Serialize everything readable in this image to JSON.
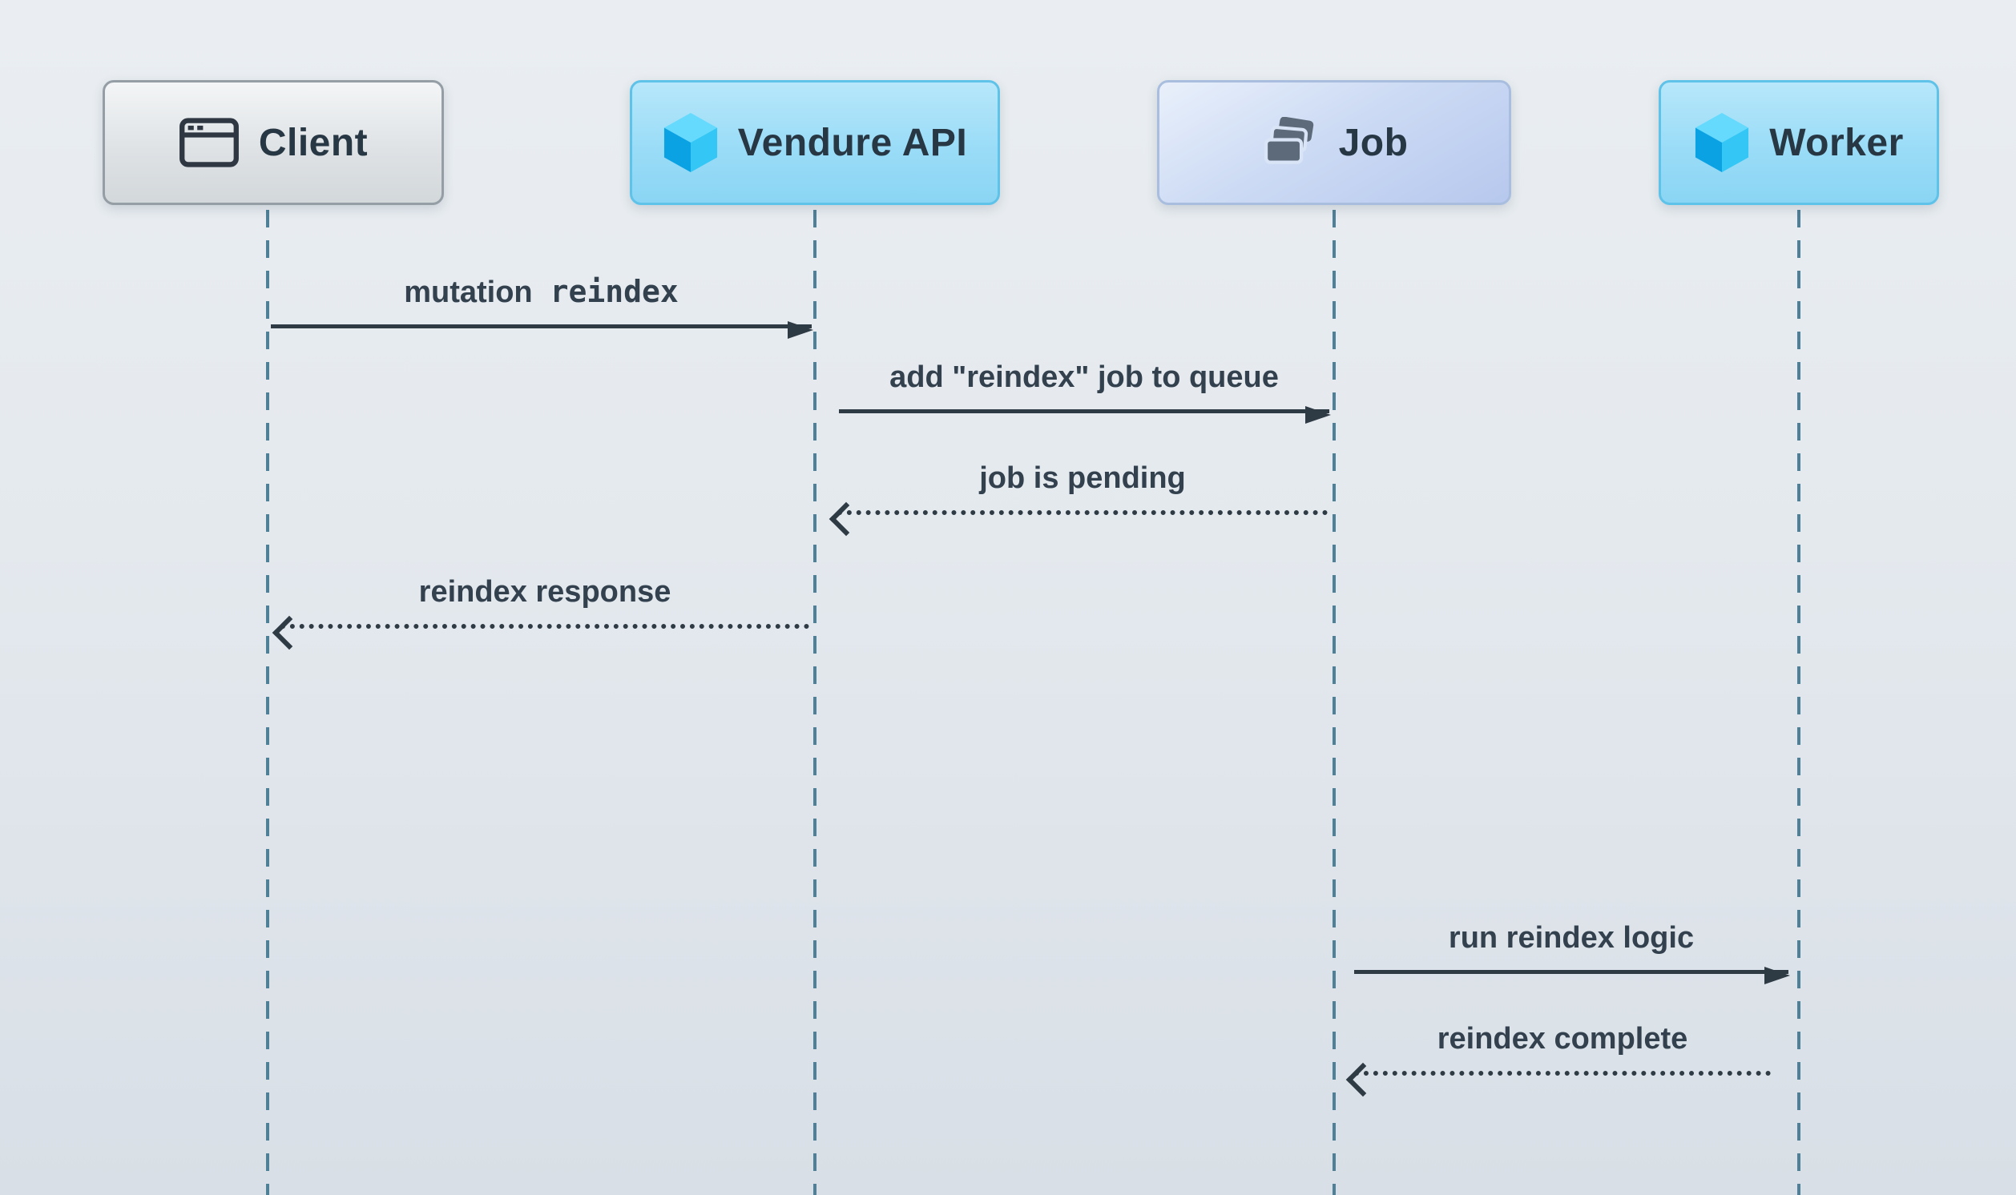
{
  "diagram": {
    "type": "sequence",
    "participants": [
      {
        "label": "Client",
        "icon": "browser-window-icon",
        "style": "gray"
      },
      {
        "label": "Vendure API",
        "icon": "vendure-cube-icon",
        "style": "blue"
      },
      {
        "label": "Job",
        "icon": "job-stack-icon",
        "style": "periwinkle"
      },
      {
        "label": "Worker",
        "icon": "vendure-cube-icon",
        "style": "blue"
      }
    ],
    "messages": [
      {
        "from": "Client",
        "to": "Vendure API",
        "text": "mutation",
        "code": "reindex",
        "line_style": "solid",
        "direction": "right"
      },
      {
        "from": "Vendure API",
        "to": "Job",
        "text": "add \"reindex\" job to queue",
        "line_style": "solid",
        "direction": "right"
      },
      {
        "from": "Job",
        "to": "Vendure API",
        "text": "job is pending",
        "line_style": "dotted",
        "direction": "left"
      },
      {
        "from": "Vendure API",
        "to": "Client",
        "text": "reindex response",
        "line_style": "dotted",
        "direction": "left"
      },
      {
        "from": "Job",
        "to": "Worker",
        "text": "run reindex logic",
        "line_style": "solid",
        "direction": "right"
      },
      {
        "from": "Worker",
        "to": "Job",
        "text": "reindex complete",
        "line_style": "dotted",
        "direction": "left"
      }
    ],
    "colors": {
      "lifeline": "#4e8098",
      "arrow": "#2e3a44",
      "message_text": "#33414e",
      "participant_text": "#273744",
      "vendure_blue": "#5fc2e9"
    }
  }
}
